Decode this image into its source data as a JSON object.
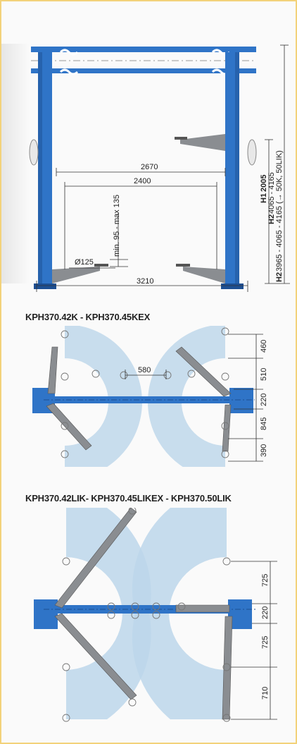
{
  "colors": {
    "column": "#2f74c7",
    "column_dark": "#1d4f93",
    "arm": "#8a8d91",
    "zone": "#bcd6ea",
    "dims": "#222222",
    "frame": "#f3d27a"
  },
  "front_view": {
    "dim_2670": "2670",
    "dim_2400": "2400",
    "dim_3210": "3210",
    "dim_dia": "Ø125",
    "dim_min_max": "min. 95 - max 135",
    "h1_label": "H1",
    "h1_value": "2005",
    "h2a_label": "H2",
    "h2a_value": "4065 - 4165",
    "h2b_label": "H2",
    "h2b_value": "3965 - 4065 - 4165 (-> 50K, 50LIK)"
  },
  "section_k": {
    "title": "KPH370.42K - KPH370.45KEX",
    "dim_580": "580",
    "dims_right": [
      "460",
      "510",
      "220",
      "845",
      "390"
    ]
  },
  "section_lik": {
    "title": "KPH370.42LIK- KPH370.45LIKEX - KPH370.50LIK",
    "dims_right": [
      "725",
      "220",
      "725",
      "710"
    ]
  }
}
